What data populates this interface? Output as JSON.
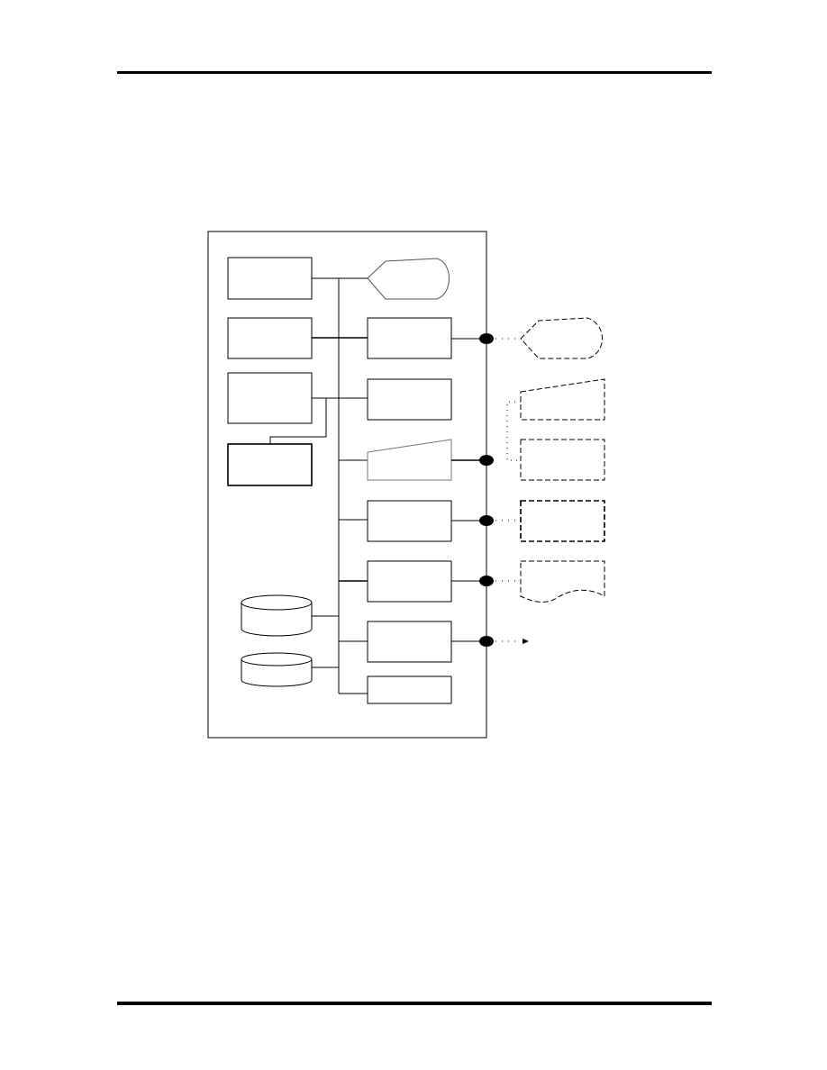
{
  "page": {
    "header_rule": true,
    "footer_rule": true
  },
  "diagram": {
    "type": "system block diagram",
    "stroke_color": "#000000",
    "background_color": "#ffffff",
    "labels_visible": false,
    "internal_components": [
      {
        "id": "left-block-1",
        "shape": "rectangle"
      },
      {
        "id": "left-block-2",
        "shape": "rectangle"
      },
      {
        "id": "left-block-3",
        "shape": "rectangle"
      },
      {
        "id": "left-block-4",
        "shape": "rectangle"
      },
      {
        "id": "storage-1",
        "shape": "cylinder"
      },
      {
        "id": "storage-2",
        "shape": "cylinder"
      },
      {
        "id": "display-unit",
        "shape": "display"
      },
      {
        "id": "right-block-1",
        "shape": "rectangle"
      },
      {
        "id": "right-block-2",
        "shape": "rectangle"
      },
      {
        "id": "input-unit",
        "shape": "manual-input"
      },
      {
        "id": "right-block-3",
        "shape": "rectangle"
      },
      {
        "id": "right-block-4",
        "shape": "rectangle"
      },
      {
        "id": "right-block-5",
        "shape": "rectangle"
      },
      {
        "id": "right-block-6",
        "shape": "rectangle"
      }
    ],
    "external_devices": [
      {
        "id": "ext-display",
        "shape": "display",
        "line_style": "dashed"
      },
      {
        "id": "ext-manual-input",
        "shape": "manual-input",
        "line_style": "dashed"
      },
      {
        "id": "ext-block-a",
        "shape": "rectangle",
        "line_style": "dashed"
      },
      {
        "id": "ext-block-b",
        "shape": "rectangle",
        "line_style": "dashed"
      },
      {
        "id": "ext-document",
        "shape": "document",
        "line_style": "dashed"
      }
    ],
    "ports": 5
  }
}
